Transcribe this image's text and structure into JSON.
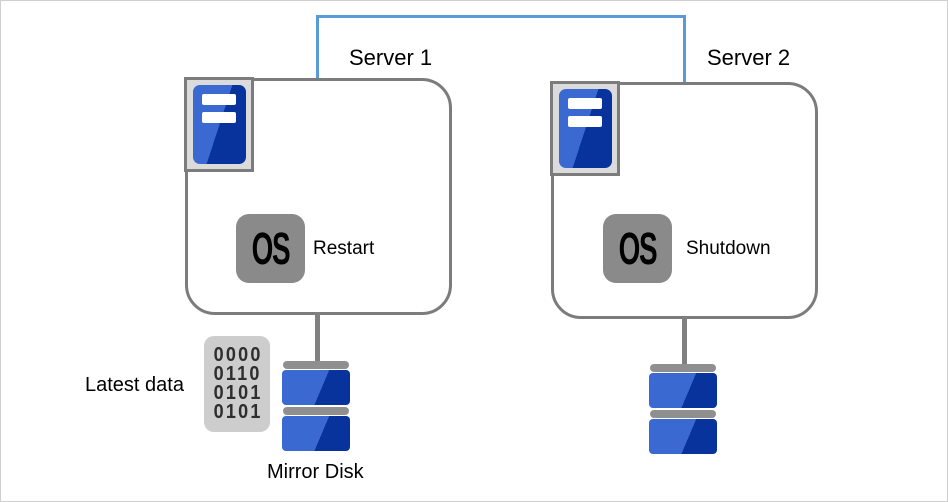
{
  "diagram": {
    "description": "Two-server mirror-disk failover diagram",
    "servers": [
      {
        "label": "Server 1",
        "os_badge": "OS",
        "action": "Restart"
      },
      {
        "label": "Server 2",
        "os_badge": "OS",
        "action": "Shutdown"
      }
    ],
    "latest_data": {
      "label": "Latest data",
      "binary_rows": [
        "0000",
        "0110",
        "0101",
        "0101"
      ]
    },
    "mirror_disk": {
      "label": "Mirror Disk"
    }
  },
  "colors": {
    "accent_blue": "#5B9BD5",
    "blue_light": "#3A69D2",
    "blue_dark": "#09339C",
    "box_border_gray": "#7C7C7C",
    "line_gray": "#808080",
    "cap_gray": "#8F8F8F",
    "os_gray": "#8A8A8A",
    "plate_gray": "#DBDBDB",
    "binary_bg": "#CDCDCD",
    "frame_gray": "#CFCFCF"
  }
}
